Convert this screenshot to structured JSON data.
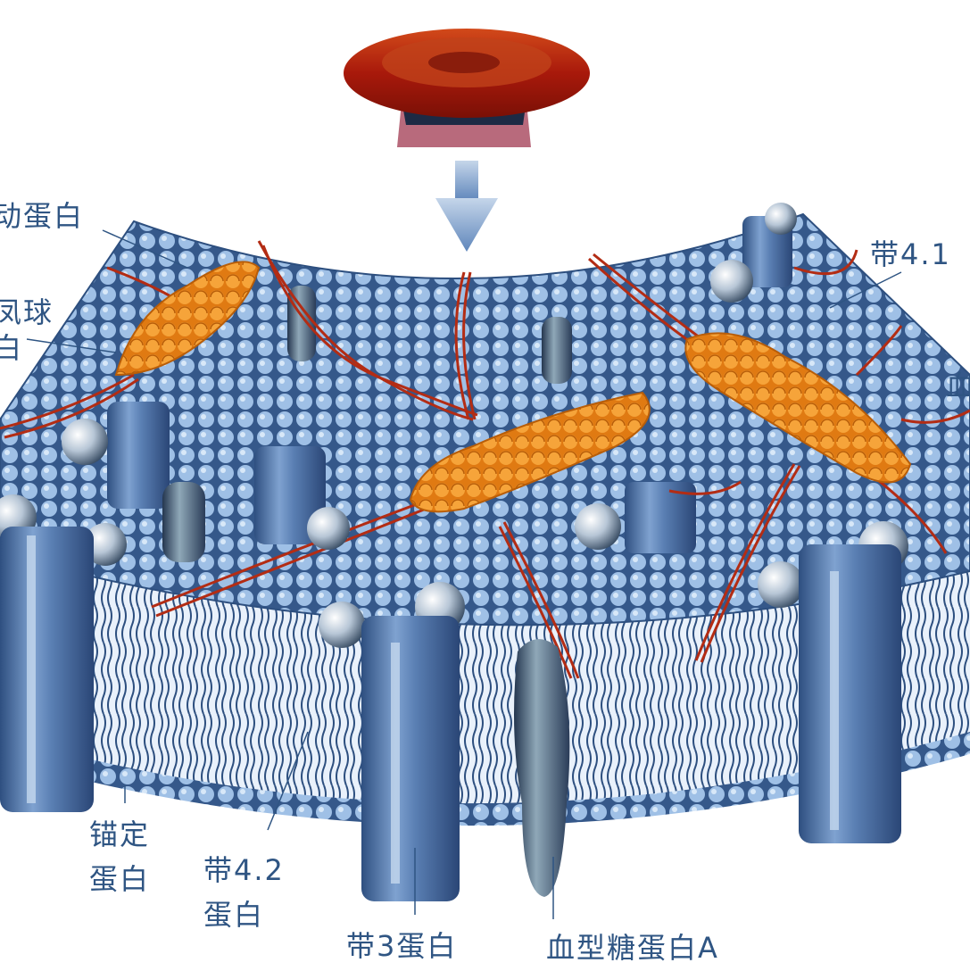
{
  "colors": {
    "label": "#2f5583",
    "membrane_light": "#9fc0e6",
    "membrane_dark": "#2d4f7f",
    "protein": "#5a7fb3",
    "spectrin": "#b32c14",
    "actin": "#ef8b1e",
    "cell": "#b8200d"
  },
  "labels": {
    "top_left_1": "动蛋白",
    "top_left_2a": "凤球",
    "top_left_2b": "白",
    "top_right": "带4.1",
    "right_edge": "血",
    "ankyrin_1": "锚定",
    "ankyrin_2": "蛋白",
    "band42_1": "带4.2",
    "band42_2": "蛋白",
    "band3": "带3蛋白",
    "glycophorin": "血型糖蛋白A"
  }
}
